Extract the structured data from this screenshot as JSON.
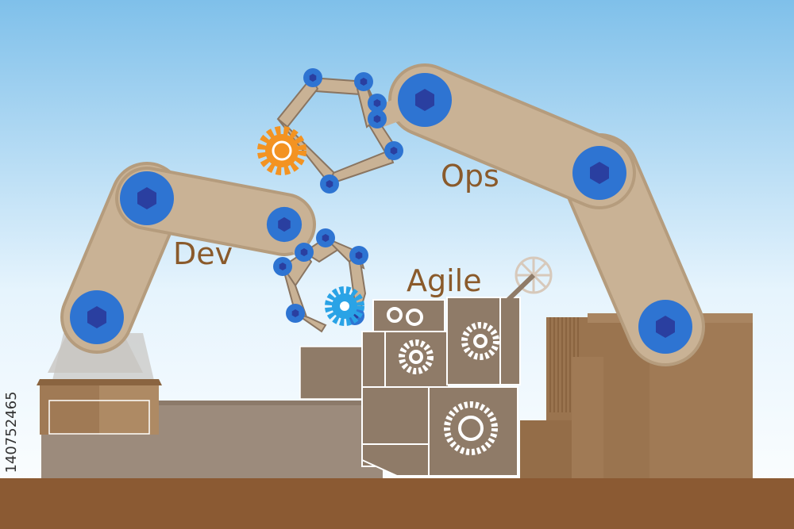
{
  "labels": {
    "dev": "Dev",
    "ops": "Ops",
    "agile": "Agile"
  },
  "stock_id": "140752465",
  "colors": {
    "sky_top": "#7fc0ea",
    "sky_bottom": "#f4fbff",
    "arm": "#c9b295",
    "arm_outline": "#b59c7d",
    "joint_outer": "#2e74d2",
    "joint_inner": "#2a3fa0",
    "gear_orange": "#f39322",
    "gear_blue": "#2aa3e6",
    "box": "#a07a55",
    "ground": "#8b5a33",
    "machine": "#8f7b68",
    "text": "#8a5a2b"
  },
  "icons": [
    "gear-icon",
    "hexagon-bolt-icon",
    "handwheel-icon"
  ]
}
